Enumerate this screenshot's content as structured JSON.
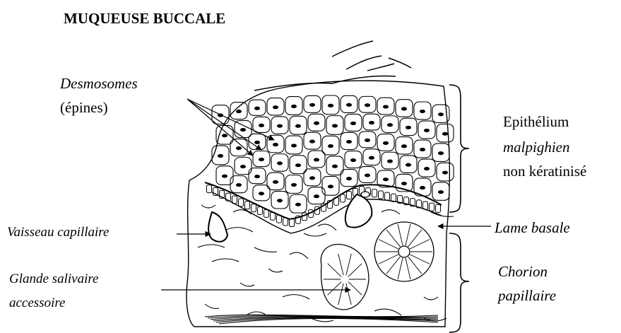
{
  "title": "MUQUEUSE BUCCALE",
  "labels": {
    "desmosomes": "Desmosomes",
    "epines": "(épines)",
    "epithelium_line1": "Epithélium",
    "epithelium_line2": "malpighien",
    "epithelium_line3": "non kératinisé",
    "vaisseau": "Vaisseau capillaire",
    "lame": "Lame basale",
    "glande_line1": "Glande salivaire",
    "glande_line2": "accessoire",
    "chorion_line1": "Chorion",
    "chorion_line2": "papillaire"
  }
}
